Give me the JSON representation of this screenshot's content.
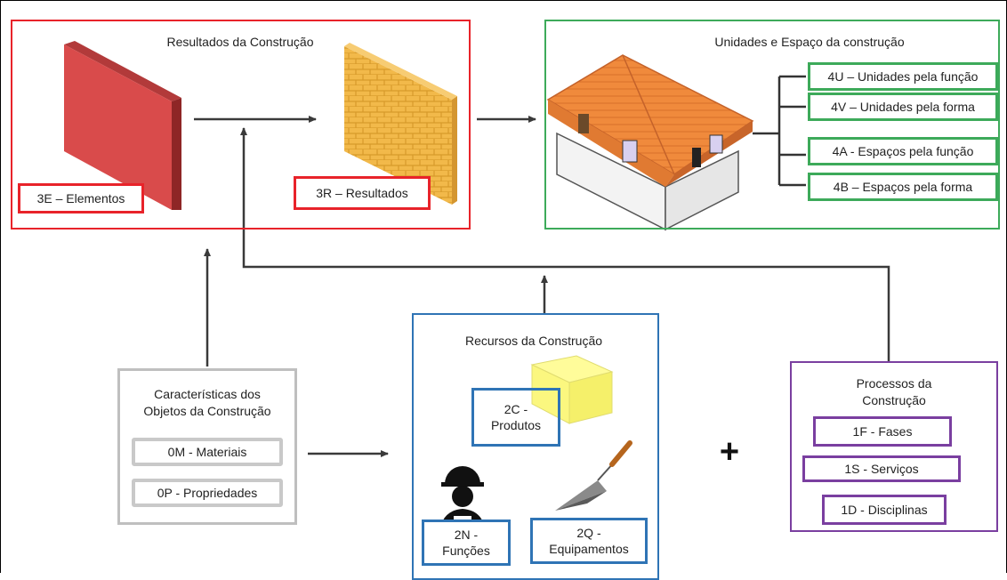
{
  "results": {
    "title": "Resultados da Construção",
    "elements_label": "3E – Elementos",
    "results_label": "3R – Resultados"
  },
  "units": {
    "title": "Unidades e Espaço da construção",
    "items": [
      "4U – Unidades pela função",
      "4V – Unidades pela forma",
      "4A - Espaços pela função",
      "4B – Espaços pela forma"
    ]
  },
  "characteristics": {
    "title_line1": "Características dos",
    "title_line2": "Objetos da Construção",
    "items": [
      "0M - Materiais",
      "0P - Propriedades"
    ]
  },
  "resources": {
    "title": "Recursos da Construção",
    "products_line1": "2C -",
    "products_line2": "Produtos",
    "functions_line1": "2N -",
    "functions_line2": "Funções",
    "equipment_line1": "2Q -",
    "equipment_line2": "Equipamentos"
  },
  "processes": {
    "title_line1": "Processos da",
    "title_line2": "Construção",
    "items": [
      "1F - Fases",
      "1S - Serviços",
      "1D - Disciplinas"
    ]
  },
  "plus_sign": "+",
  "colors": {
    "red": "#e8232a",
    "green": "#3daa5a",
    "blue": "#2f74b5",
    "gray": "#bfbfbf",
    "purple": "#7a3fa0",
    "arrow": "#3a3a3a"
  },
  "icons": [
    "red-wall-panel-icon",
    "brick-wall-icon",
    "house-icon",
    "yellow-block-icon",
    "worker-icon",
    "trowel-icon"
  ]
}
